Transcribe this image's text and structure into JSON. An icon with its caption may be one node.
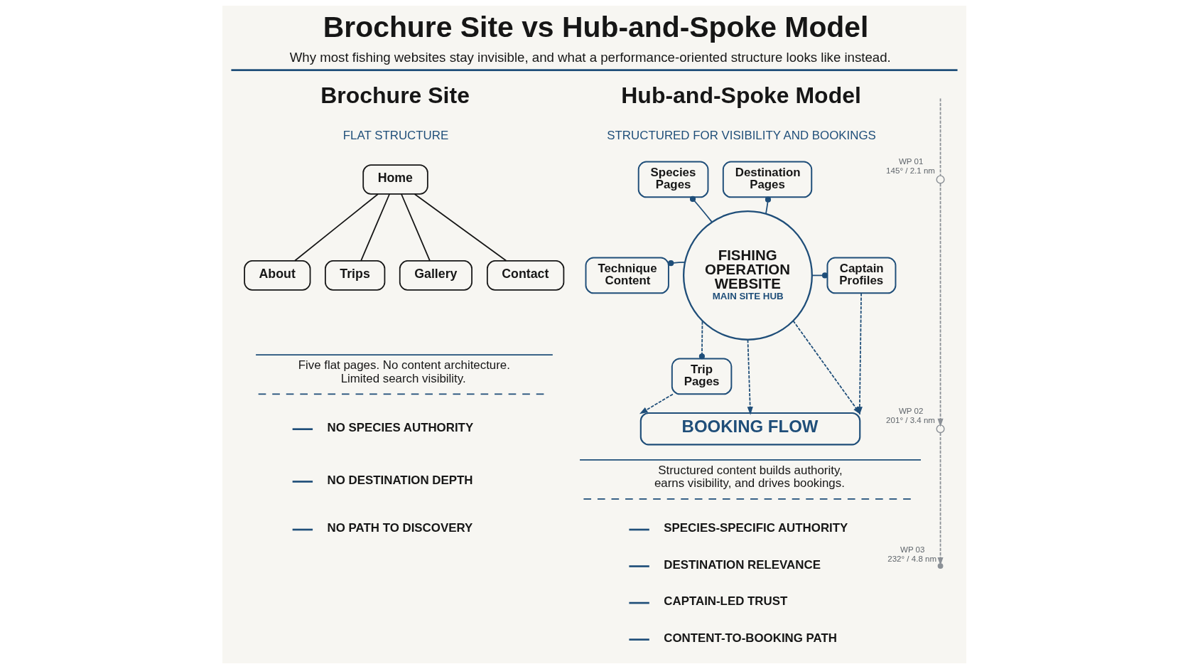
{
  "diagram": {
    "title": "Brochure Site vs Hub-and-Spoke Model",
    "caption": "Why most fishing websites stay invisible, and what a performance-oriented structure looks like instead.",
    "nodes": [
      {
        "text": [
          "Home"
        ]
      },
      {
        "text": [
          "About"
        ]
      },
      {
        "text": [
          "Trips"
        ]
      },
      {
        "text": [
          "Gallery"
        ]
      },
      {
        "text": [
          "Contact"
        ]
      },
      {
        "text": [
          "Species Pages"
        ]
      },
      {
        "text": [
          "Destination Pages"
        ]
      },
      {
        "text": [
          "Technique Content"
        ]
      },
      {
        "text": [
          "FISHING OPERATION WEBSITE",
          "MAIN SITE HUB"
        ]
      },
      {
        "text": [
          "Captain Profiles"
        ]
      },
      {
        "text": [
          "Trip Pages"
        ]
      },
      {
        "text": [
          "BOOKING FLOW"
        ]
      },
      {
        "text": [],
        "shape": "circle",
        "beside": [
          "WP 01",
          "145° / 2.1 nm"
        ]
      },
      {
        "text": [],
        "shape": "circle",
        "beside": [
          "WP 02",
          "201° / 3.4 nm"
        ]
      },
      {
        "text": [],
        "shape": "cross",
        "beside": [
          "WP 03",
          "232° / 4.8 nm"
        ]
      }
    ],
    "edges": [
      {
        "from": 0,
        "to": 1,
        "arrow": "none",
        "color": "#161616"
      },
      {
        "from": 0,
        "to": 2,
        "arrow": "none",
        "color": "#161616"
      },
      {
        "from": 0,
        "to": 3,
        "arrow": "none",
        "color": "#161616"
      },
      {
        "from": 0,
        "to": 4,
        "arrow": "none",
        "color": "#161616"
      },
      {
        "from": 8,
        "to": 5,
        "arrow": "other"
      },
      {
        "from": 8,
        "to": 6,
        "arrow": "other"
      },
      {
        "from": 8,
        "to": 7,
        "arrow": "other"
      },
      {
        "from": 8,
        "to": 9,
        "arrow": "other"
      },
      {
        "from": 8,
        "to": 10,
        "arrow": "other",
        "style": "dashed"
      },
      {
        "from": 10,
        "to": 11,
        "arrow": "to",
        "style": "dashed"
      },
      {
        "from": 8,
        "to": 11,
        "arrow": "to",
        "style": "dashed"
      },
      {
        "from": 9,
        "to": 11,
        "arrow": "to",
        "style": "dashed"
      },
      {
        "from": 8,
        "to": 11,
        "arrow": "to",
        "style": "dashed"
      },
      {
        "from": null,
        "to": 12,
        "arrow": "none",
        "style": "dashed",
        "color": "#8c9197"
      },
      {
        "from": 12,
        "to": 13,
        "arrow": "to",
        "style": "dashed",
        "color": "#8c9197"
      },
      {
        "from": 13,
        "to": 14,
        "arrow": "to",
        "style": "dashed",
        "color": "#8c9197"
      }
    ],
    "labels": [
      "Brochure Site",
      "FLAT STRUCTURE",
      "Five flat pages. No content architecture. Limited search visibility.",
      "NO SPECIES AUTHORITY",
      "NO DESTINATION DEPTH",
      "NO PATH TO DISCOVERY",
      "Hub-and-Spoke Model",
      "STRUCTURED FOR VISIBILITY AND BOOKINGS",
      "Structured content builds authority, earns visibility, and drives bookings.",
      "SPECIES-SPECIFIC AUTHORITY",
      "DESTINATION RELEVANCE",
      "CAPTAIN-LED TRUST",
      "CONTENT-TO-BOOKING PATH"
    ]
  }
}
